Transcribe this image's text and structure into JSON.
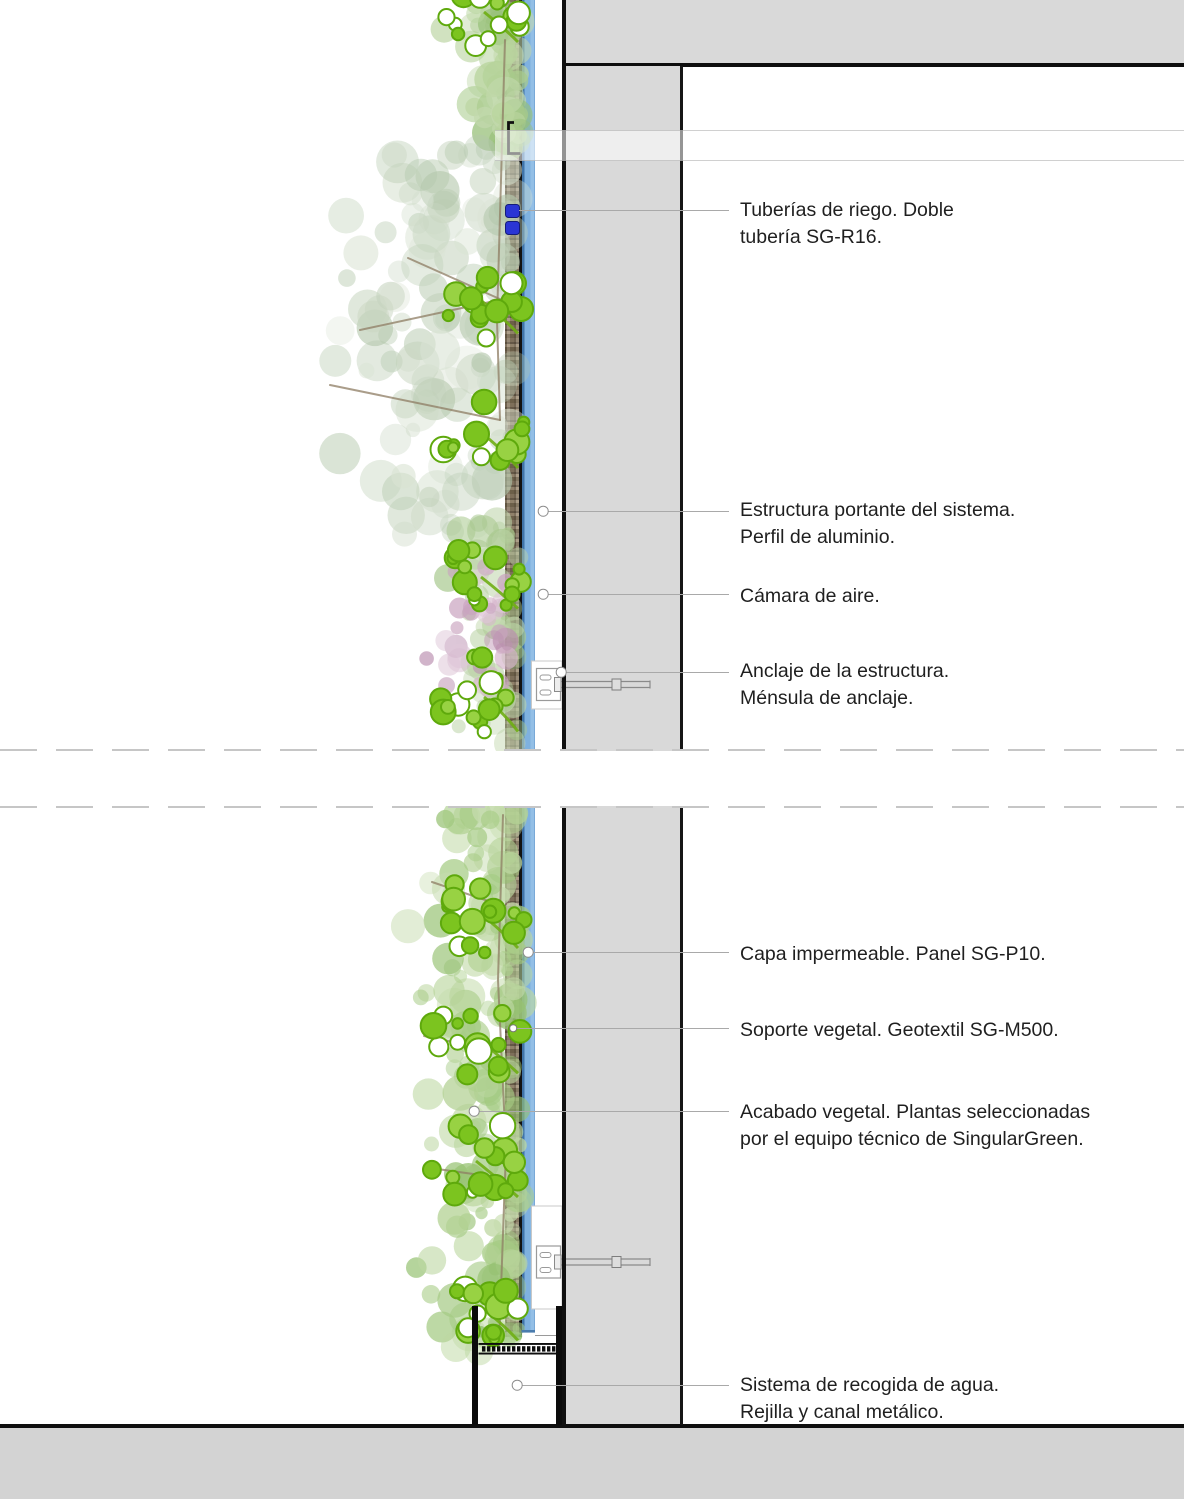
{
  "drawing": {
    "kind": "construction-detail-section",
    "annotations": [
      {
        "id": "tuberias",
        "lines": [
          "Tuberías de riego. Doble",
          "tubería SG-R16."
        ]
      },
      {
        "id": "estructura",
        "lines": [
          "Estructura portante del sistema.",
          "Perfil de aluminio."
        ]
      },
      {
        "id": "camara",
        "lines": [
          "Cámara de aire."
        ]
      },
      {
        "id": "anclaje",
        "lines": [
          "Anclaje de la estructura.",
          "Ménsula de anclaje."
        ]
      },
      {
        "id": "capa",
        "lines": [
          "Capa impermeable. Panel SG-P10."
        ]
      },
      {
        "id": "soporte",
        "lines": [
          "Soporte vegetal. Geotextil SG-M500."
        ]
      },
      {
        "id": "acabado",
        "lines": [
          "Acabado vegetal. Plantas seleccionadas",
          "por el equipo técnico de SingularGreen."
        ]
      },
      {
        "id": "recogida",
        "lines": [
          "Sistema de recogida de agua.",
          "Rejilla y canal metálico."
        ]
      }
    ],
    "colors": {
      "wall_gray": "#d9d9d9",
      "floor_gray": "#d3d3d3",
      "outline_ink": "#101010",
      "panel_blue": "#7fb1df",
      "panel_blue_edge": "#3f73a8",
      "pipe_blue": "#2a35d4",
      "foliage_bright_green": "#7cc41f",
      "foliage_pale_green": "#c2d4b4",
      "foliage_pink": "#c9a3bf",
      "substrate_brown": "#7a6a55",
      "leader_gray": "#a9a9a9",
      "text_ink": "#1f1f1f"
    }
  }
}
